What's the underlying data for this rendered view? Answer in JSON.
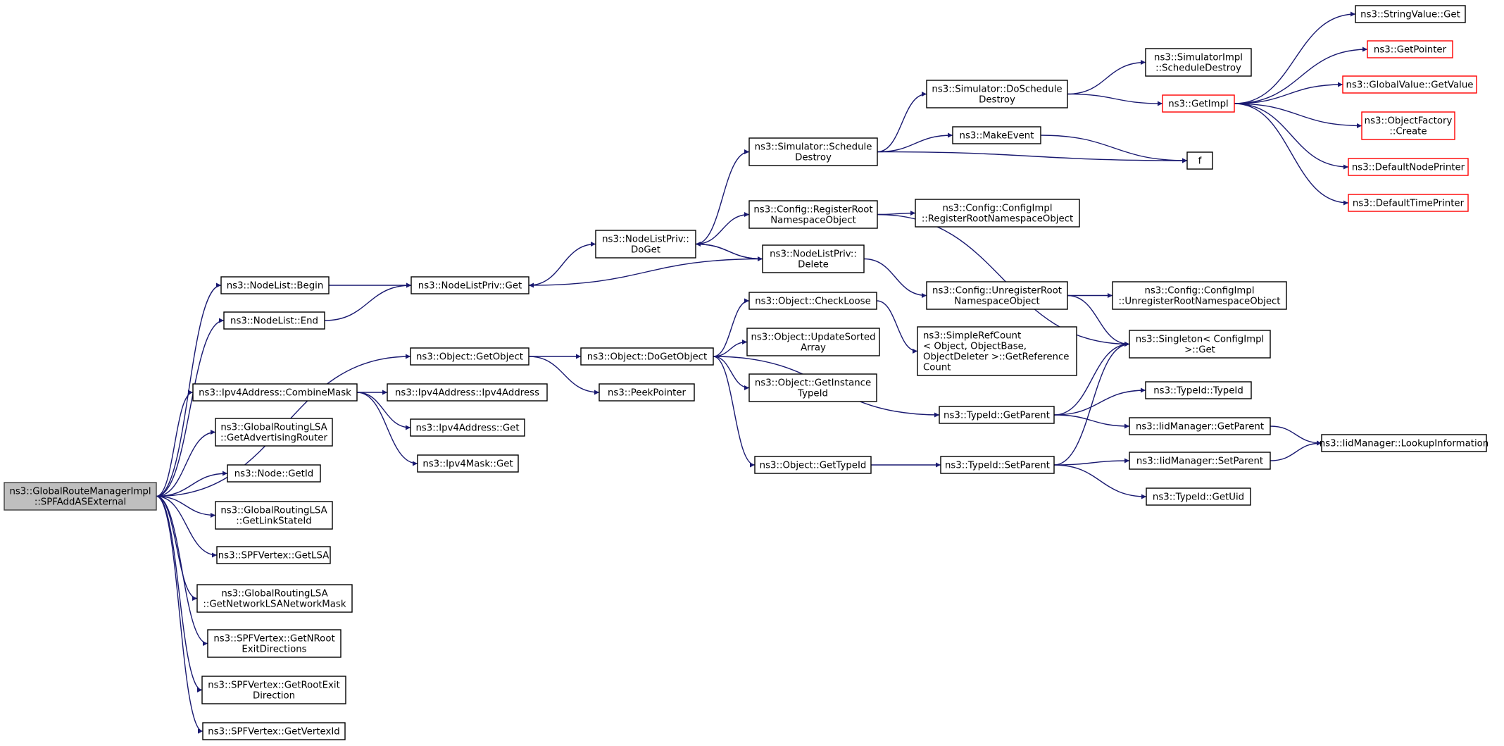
{
  "colors": {
    "edge": "#191970",
    "node_border": "#000000",
    "root_fill": "#bfbfbf",
    "truncated_border": "#ff0000"
  },
  "nodes": [
    {
      "id": "root",
      "lines": [
        "ns3::GlobalRouteManagerImpl",
        "::SPFAddASExternal"
      ],
      "style": "root"
    },
    {
      "id": "nl_begin",
      "lines": [
        "ns3::NodeList::Begin"
      ]
    },
    {
      "id": "nl_end",
      "lines": [
        "ns3::NodeList::End"
      ]
    },
    {
      "id": "obj_getobject",
      "lines": [
        "ns3::Object::GetObject"
      ]
    },
    {
      "id": "ipv4_combinemask",
      "lines": [
        "ns3::Ipv4Address::CombineMask"
      ]
    },
    {
      "id": "grlsa_getadvrouter",
      "lines": [
        "ns3::GlobalRoutingLSA",
        "::GetAdvertisingRouter"
      ]
    },
    {
      "id": "node_getid",
      "lines": [
        "ns3::Node::GetId"
      ]
    },
    {
      "id": "grlsa_getlinkstateid",
      "lines": [
        "ns3::GlobalRoutingLSA",
        "::GetLinkStateId"
      ]
    },
    {
      "id": "spfv_getlsa",
      "lines": [
        "ns3::SPFVertex::GetLSA"
      ]
    },
    {
      "id": "grlsa_getnetmask",
      "lines": [
        "ns3::GlobalRoutingLSA",
        "::GetNetworkLSANetworkMask"
      ]
    },
    {
      "id": "spfv_getnroot",
      "lines": [
        "ns3::SPFVertex::GetNRoot",
        "ExitDirections"
      ]
    },
    {
      "id": "spfv_getrootexit",
      "lines": [
        "ns3::SPFVertex::GetRootExit",
        "Direction"
      ]
    },
    {
      "id": "spfv_getvertexid",
      "lines": [
        "ns3::SPFVertex::GetVertexId"
      ]
    },
    {
      "id": "nlp_get",
      "lines": [
        "ns3::NodeListPriv::Get"
      ]
    },
    {
      "id": "obj_dogetobject",
      "lines": [
        "ns3::Object::DoGetObject"
      ]
    },
    {
      "id": "peekpointer",
      "lines": [
        "ns3::PeekPointer"
      ]
    },
    {
      "id": "ipv4_ipv4address",
      "lines": [
        "ns3::Ipv4Address::Ipv4Address"
      ]
    },
    {
      "id": "ipv4_get",
      "lines": [
        "ns3::Ipv4Address::Get"
      ]
    },
    {
      "id": "ipv4mask_get",
      "lines": [
        "ns3::Ipv4Mask::Get"
      ]
    },
    {
      "id": "nlp_doget",
      "lines": [
        "ns3::NodeListPriv::",
        "DoGet"
      ]
    },
    {
      "id": "sim_scheddestroy",
      "lines": [
        "ns3::Simulator::Schedule",
        "Destroy"
      ]
    },
    {
      "id": "cfg_registerroot",
      "lines": [
        "ns3::Config::RegisterRoot",
        "NamespaceObject"
      ]
    },
    {
      "id": "nlp_delete",
      "lines": [
        "ns3::NodeListPriv::",
        "Delete"
      ]
    },
    {
      "id": "obj_checkloose",
      "lines": [
        "ns3::Object::CheckLoose"
      ]
    },
    {
      "id": "obj_updatesorted",
      "lines": [
        "ns3::Object::UpdateSorted",
        "Array"
      ]
    },
    {
      "id": "obj_getinstance",
      "lines": [
        "ns3::Object::GetInstance",
        "TypeId"
      ]
    },
    {
      "id": "obj_gettypeid",
      "lines": [
        "ns3::Object::GetTypeId"
      ]
    },
    {
      "id": "sim_doscheddestroy",
      "lines": [
        "ns3::Simulator::DoSchedule",
        "Destroy"
      ]
    },
    {
      "id": "makeevent",
      "lines": [
        "ns3::MakeEvent"
      ]
    },
    {
      "id": "cfgimpl_registerroot",
      "lines": [
        "ns3::Config::ConfigImpl",
        "::RegisterRootNamespaceObject"
      ]
    },
    {
      "id": "cfg_unregisterroot",
      "lines": [
        "ns3::Config::UnregisterRoot",
        "NamespaceObject"
      ]
    },
    {
      "id": "simplerefcount",
      "lines": [
        "ns3::SimpleRefCount",
        "< Object, ObjectBase,",
        "ObjectDeleter >::GetReference",
        "Count"
      ]
    },
    {
      "id": "typeid_getparent",
      "lines": [
        "ns3::TypeId::GetParent"
      ]
    },
    {
      "id": "typeid_setparent",
      "lines": [
        "ns3::TypeId::SetParent"
      ]
    },
    {
      "id": "simimpl_scheddestroy",
      "lines": [
        "ns3::SimulatorImpl",
        "::ScheduleDestroy"
      ]
    },
    {
      "id": "getimpl",
      "lines": [
        "ns3::GetImpl"
      ],
      "style": "trunc"
    },
    {
      "id": "f",
      "lines": [
        "f"
      ]
    },
    {
      "id": "cfgimpl_unregisterroot",
      "lines": [
        "ns3::Config::ConfigImpl",
        "::UnregisterRootNamespaceObject"
      ]
    },
    {
      "id": "singleton_get",
      "lines": [
        "ns3::Singleton< ConfigImpl",
        ">::Get"
      ]
    },
    {
      "id": "typeid_typeid",
      "lines": [
        "ns3::TypeId::TypeId"
      ]
    },
    {
      "id": "iid_getparent",
      "lines": [
        "ns3::IidManager::GetParent"
      ]
    },
    {
      "id": "iid_setparent",
      "lines": [
        "ns3::IidManager::SetParent"
      ]
    },
    {
      "id": "typeid_getuid",
      "lines": [
        "ns3::TypeId::GetUid"
      ]
    },
    {
      "id": "stringvalue_get",
      "lines": [
        "ns3::StringValue::Get"
      ]
    },
    {
      "id": "getpointer",
      "lines": [
        "ns3::GetPointer"
      ],
      "style": "trunc"
    },
    {
      "id": "globalvalue_getvalue",
      "lines": [
        "ns3::GlobalValue::GetValue"
      ],
      "style": "trunc"
    },
    {
      "id": "objectfactory_create",
      "lines": [
        "ns3::ObjectFactory",
        "::Create"
      ],
      "style": "trunc"
    },
    {
      "id": "defaultnodeprinter",
      "lines": [
        "ns3::DefaultNodePrinter"
      ],
      "style": "trunc"
    },
    {
      "id": "defaulttimeprinter",
      "lines": [
        "ns3::DefaultTimePrinter"
      ],
      "style": "trunc"
    },
    {
      "id": "iid_lookupinfo",
      "lines": [
        "ns3::IidManager::LookupInformation"
      ]
    }
  ],
  "edges": [
    [
      "root",
      "nl_begin"
    ],
    [
      "root",
      "nl_end"
    ],
    [
      "root",
      "obj_getobject"
    ],
    [
      "root",
      "ipv4_combinemask"
    ],
    [
      "root",
      "grlsa_getadvrouter"
    ],
    [
      "root",
      "node_getid"
    ],
    [
      "root",
      "grlsa_getlinkstateid"
    ],
    [
      "root",
      "spfv_getlsa"
    ],
    [
      "root",
      "grlsa_getnetmask"
    ],
    [
      "root",
      "spfv_getnroot"
    ],
    [
      "root",
      "spfv_getrootexit"
    ],
    [
      "root",
      "spfv_getvertexid"
    ],
    [
      "nl_begin",
      "nlp_get"
    ],
    [
      "nl_end",
      "nlp_get"
    ],
    [
      "obj_getobject",
      "obj_dogetobject"
    ],
    [
      "obj_getobject",
      "peekpointer"
    ],
    [
      "ipv4_combinemask",
      "ipv4_ipv4address"
    ],
    [
      "ipv4_combinemask",
      "ipv4_get"
    ],
    [
      "ipv4_combinemask",
      "ipv4mask_get"
    ],
    [
      "nlp_get",
      "nlp_doget"
    ],
    [
      "nlp_doget",
      "sim_scheddestroy"
    ],
    [
      "nlp_doget",
      "cfg_registerroot"
    ],
    [
      "nlp_doget",
      "nlp_delete"
    ],
    [
      "nlp_delete",
      "nlp_doget"
    ],
    [
      "nlp_delete",
      "nlp_get"
    ],
    [
      "nlp_delete",
      "cfg_unregisterroot"
    ],
    [
      "obj_dogetobject",
      "obj_checkloose"
    ],
    [
      "obj_dogetobject",
      "obj_updatesorted"
    ],
    [
      "obj_dogetobject",
      "obj_getinstance"
    ],
    [
      "obj_dogetobject",
      "typeid_getparent"
    ],
    [
      "obj_dogetobject",
      "obj_gettypeid"
    ],
    [
      "sim_scheddestroy",
      "sim_doscheddestroy"
    ],
    [
      "sim_scheddestroy",
      "makeevent"
    ],
    [
      "sim_scheddestroy",
      "f"
    ],
    [
      "cfg_registerroot",
      "cfgimpl_registerroot"
    ],
    [
      "cfg_registerroot",
      "singleton_get"
    ],
    [
      "cfg_unregisterroot",
      "cfgimpl_unregisterroot"
    ],
    [
      "cfg_unregisterroot",
      "singleton_get"
    ],
    [
      "obj_checkloose",
      "simplerefcount"
    ],
    [
      "obj_gettypeid",
      "typeid_setparent"
    ],
    [
      "sim_doscheddestroy",
      "simimpl_scheddestroy"
    ],
    [
      "sim_doscheddestroy",
      "getimpl"
    ],
    [
      "makeevent",
      "f"
    ],
    [
      "typeid_getparent",
      "singleton_get"
    ],
    [
      "typeid_getparent",
      "typeid_typeid"
    ],
    [
      "typeid_getparent",
      "iid_getparent"
    ],
    [
      "typeid_setparent",
      "singleton_get"
    ],
    [
      "typeid_setparent",
      "iid_setparent"
    ],
    [
      "typeid_setparent",
      "typeid_getuid"
    ],
    [
      "getimpl",
      "stringvalue_get"
    ],
    [
      "getimpl",
      "getpointer"
    ],
    [
      "getimpl",
      "globalvalue_getvalue"
    ],
    [
      "getimpl",
      "objectfactory_create"
    ],
    [
      "getimpl",
      "defaultnodeprinter"
    ],
    [
      "getimpl",
      "defaulttimeprinter"
    ],
    [
      "iid_getparent",
      "iid_lookupinfo"
    ],
    [
      "iid_setparent",
      "iid_lookupinfo"
    ]
  ]
}
